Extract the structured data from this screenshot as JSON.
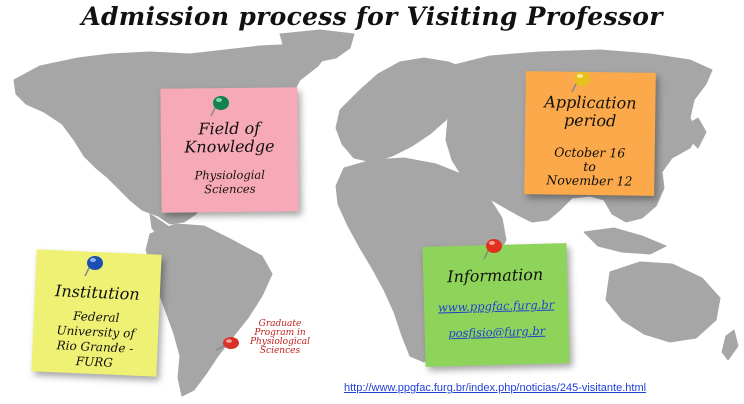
{
  "title": "Admission process for Visiting Professor",
  "notes": {
    "field": {
      "heading_line1": "Field of",
      "heading_line2": "Knowledge",
      "body_line1": "Physiologial",
      "body_line2": "Sciences",
      "color": "#f6a9b7",
      "pin_icon": "green-pushpin-icon"
    },
    "application": {
      "heading_line1": "Application",
      "heading_line2": "period",
      "body_line1": "October 16",
      "body_line2": "to",
      "body_line3": "November 12",
      "color": "#fca94b",
      "pin_icon": "yellow-pushpin-icon"
    },
    "information": {
      "heading": "Information",
      "link1": "www.ppgfac.furg.br",
      "link2": "posfisio@furg.br",
      "color": "#8ed35a",
      "pin_icon": "red-pushpin-icon"
    },
    "institution": {
      "heading": "Institution",
      "body_line1": "Federal",
      "body_line2": "University of",
      "body_line3": "Rio Grande -",
      "body_line4": "FURG",
      "color": "#eef173",
      "pin_icon": "blue-pushpin-icon"
    }
  },
  "program_marker": {
    "line1": "Graduate",
    "line2": "Program in",
    "line3": "Physiological",
    "line4": "Sciences",
    "pin_icon": "red-pushpin-icon"
  },
  "footer_url": "http://www.ppgfac.furg.br/index.php/noticias/245-visitante.html",
  "colors": {
    "map_land": "#a6a6a6",
    "link": "#1f3fd6",
    "program_label": "#c0201c"
  }
}
